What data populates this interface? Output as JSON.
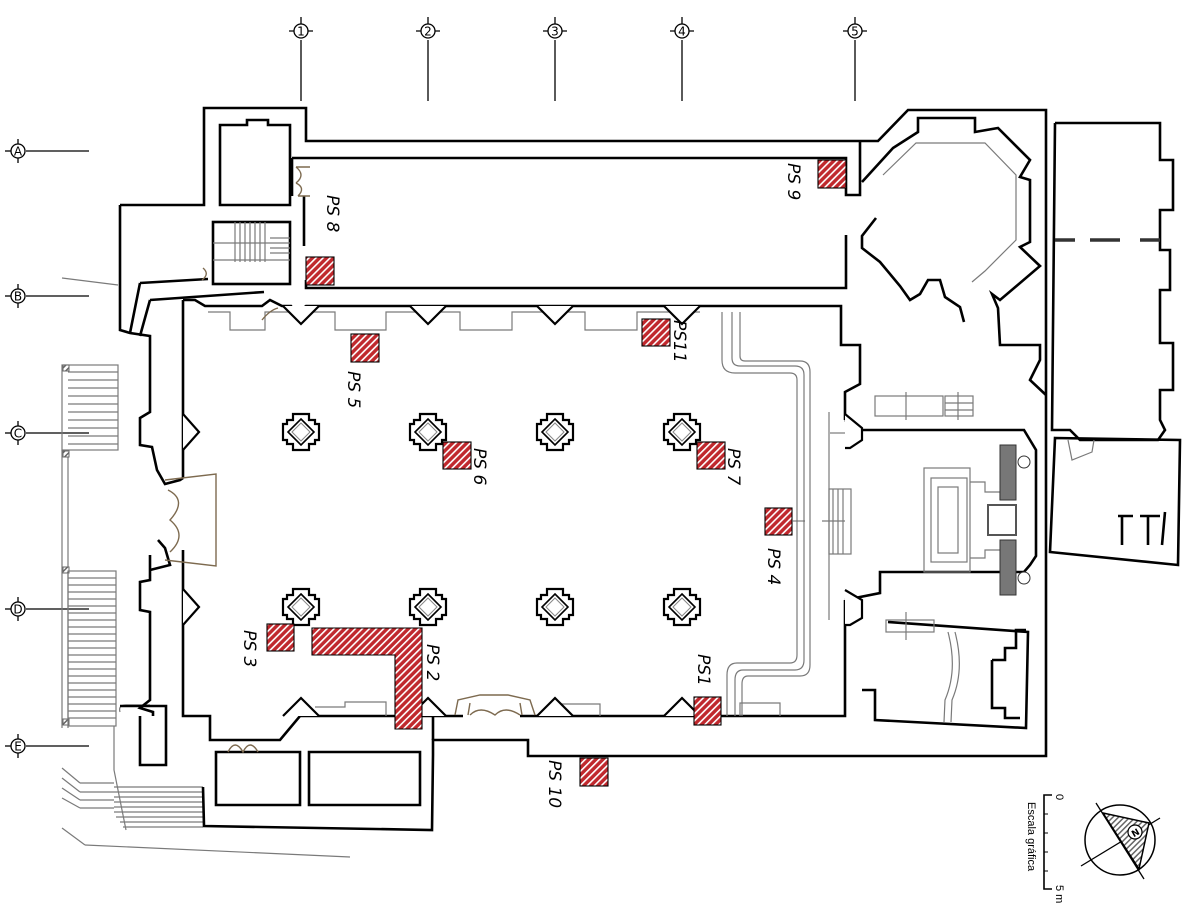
{
  "title": "Floor plan with sampling points (PS)",
  "grid_axes": {
    "columns": [
      "1",
      "2",
      "3",
      "4",
      "5"
    ],
    "rows": [
      "A",
      "B",
      "C",
      "D",
      "E"
    ]
  },
  "sampling_points": [
    {
      "id": "ps1",
      "label": "PS1"
    },
    {
      "id": "ps2",
      "label": "PS 2"
    },
    {
      "id": "ps3",
      "label": "PS 3"
    },
    {
      "id": "ps4",
      "label": "PS 4"
    },
    {
      "id": "ps5",
      "label": "PS 5"
    },
    {
      "id": "ps6",
      "label": "PS 6"
    },
    {
      "id": "ps7",
      "label": "PS 7"
    },
    {
      "id": "ps8",
      "label": "PS 8"
    },
    {
      "id": "ps9",
      "label": "PS 9"
    },
    {
      "id": "ps10",
      "label": "PS 10"
    },
    {
      "id": "ps11",
      "label": "PS11"
    }
  ],
  "scale_bar": {
    "title": "Escala gráfica",
    "start": "0",
    "end": "5 m"
  },
  "north_arrow": {
    "label": "N"
  },
  "colors": {
    "sample_fill": "#c0282d",
    "sample_stripe": "#ffffff",
    "wall": "#000000",
    "door": "#7d6a4f",
    "secondary": "#7a7a7a"
  }
}
